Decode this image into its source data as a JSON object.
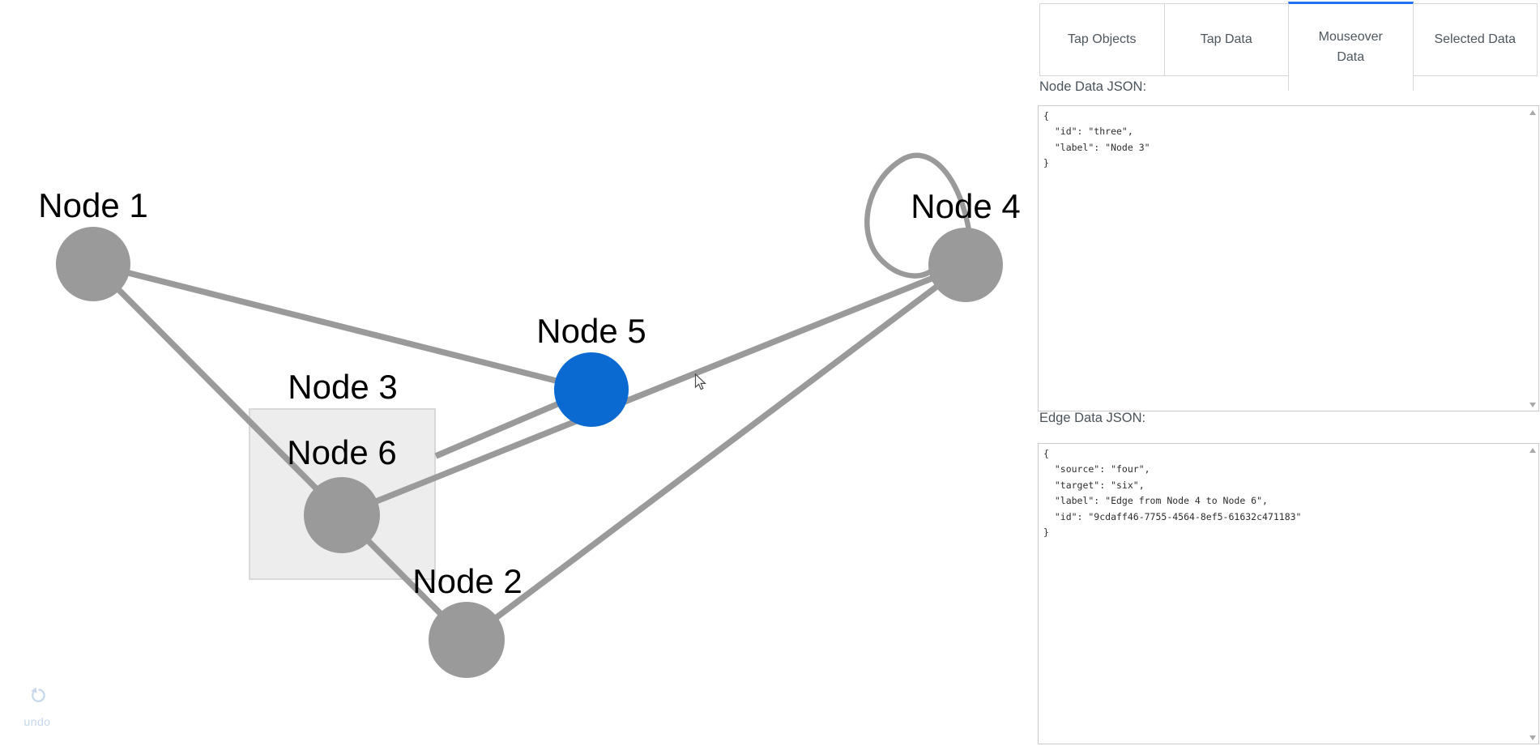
{
  "graph": {
    "nodes": [
      {
        "id": "one",
        "label": "Node 1",
        "shape": "circle"
      },
      {
        "id": "two",
        "label": "Node 2",
        "shape": "circle"
      },
      {
        "id": "three",
        "label": "Node 3",
        "shape": "parent-box"
      },
      {
        "id": "four",
        "label": "Node 4",
        "shape": "circle",
        "has_self_loop": true
      },
      {
        "id": "five",
        "label": "Node 5",
        "shape": "circle",
        "selected": true
      },
      {
        "id": "six",
        "label": "Node 6",
        "shape": "circle"
      }
    ],
    "edges": [
      {
        "source": "one",
        "target": "five"
      },
      {
        "source": "one",
        "target": "two"
      },
      {
        "source": "five",
        "target": "three"
      },
      {
        "source": "four",
        "target": "six",
        "label": "Edge from Node 4 to Node 6"
      },
      {
        "source": "four",
        "target": "two"
      },
      {
        "source": "four",
        "target": "four",
        "type": "self-loop"
      }
    ],
    "colors": {
      "node_gray": "#9a9a9a",
      "edge_gray": "#9a9a9a",
      "node_selected_blue": "#0b6ad1",
      "parent_fill": "#ededed",
      "parent_border": "#d8d8d8"
    }
  },
  "undo": {
    "label": "undo",
    "icon": "undo-rotate-icon",
    "color": "#c5d7ec"
  },
  "panel": {
    "tabs": [
      {
        "label": "Tap Objects",
        "active": false
      },
      {
        "label": "Tap Data",
        "active": false
      },
      {
        "label": "Mouseover Data",
        "active": true
      },
      {
        "label": "Selected Data",
        "active": false
      }
    ],
    "accent_color": "#2170f3",
    "node_json": {
      "label": "Node Data JSON:",
      "content": "{\n  \"id\": \"three\",\n  \"label\": \"Node 3\"\n}"
    },
    "edge_json": {
      "label": "Edge Data JSON:",
      "content": "{\n  \"source\": \"four\",\n  \"target\": \"six\",\n  \"label\": \"Edge from Node 4 to Node 6\",\n  \"id\": \"9cdaff46-7755-4564-8ef5-61632c471183\"\n}"
    }
  }
}
